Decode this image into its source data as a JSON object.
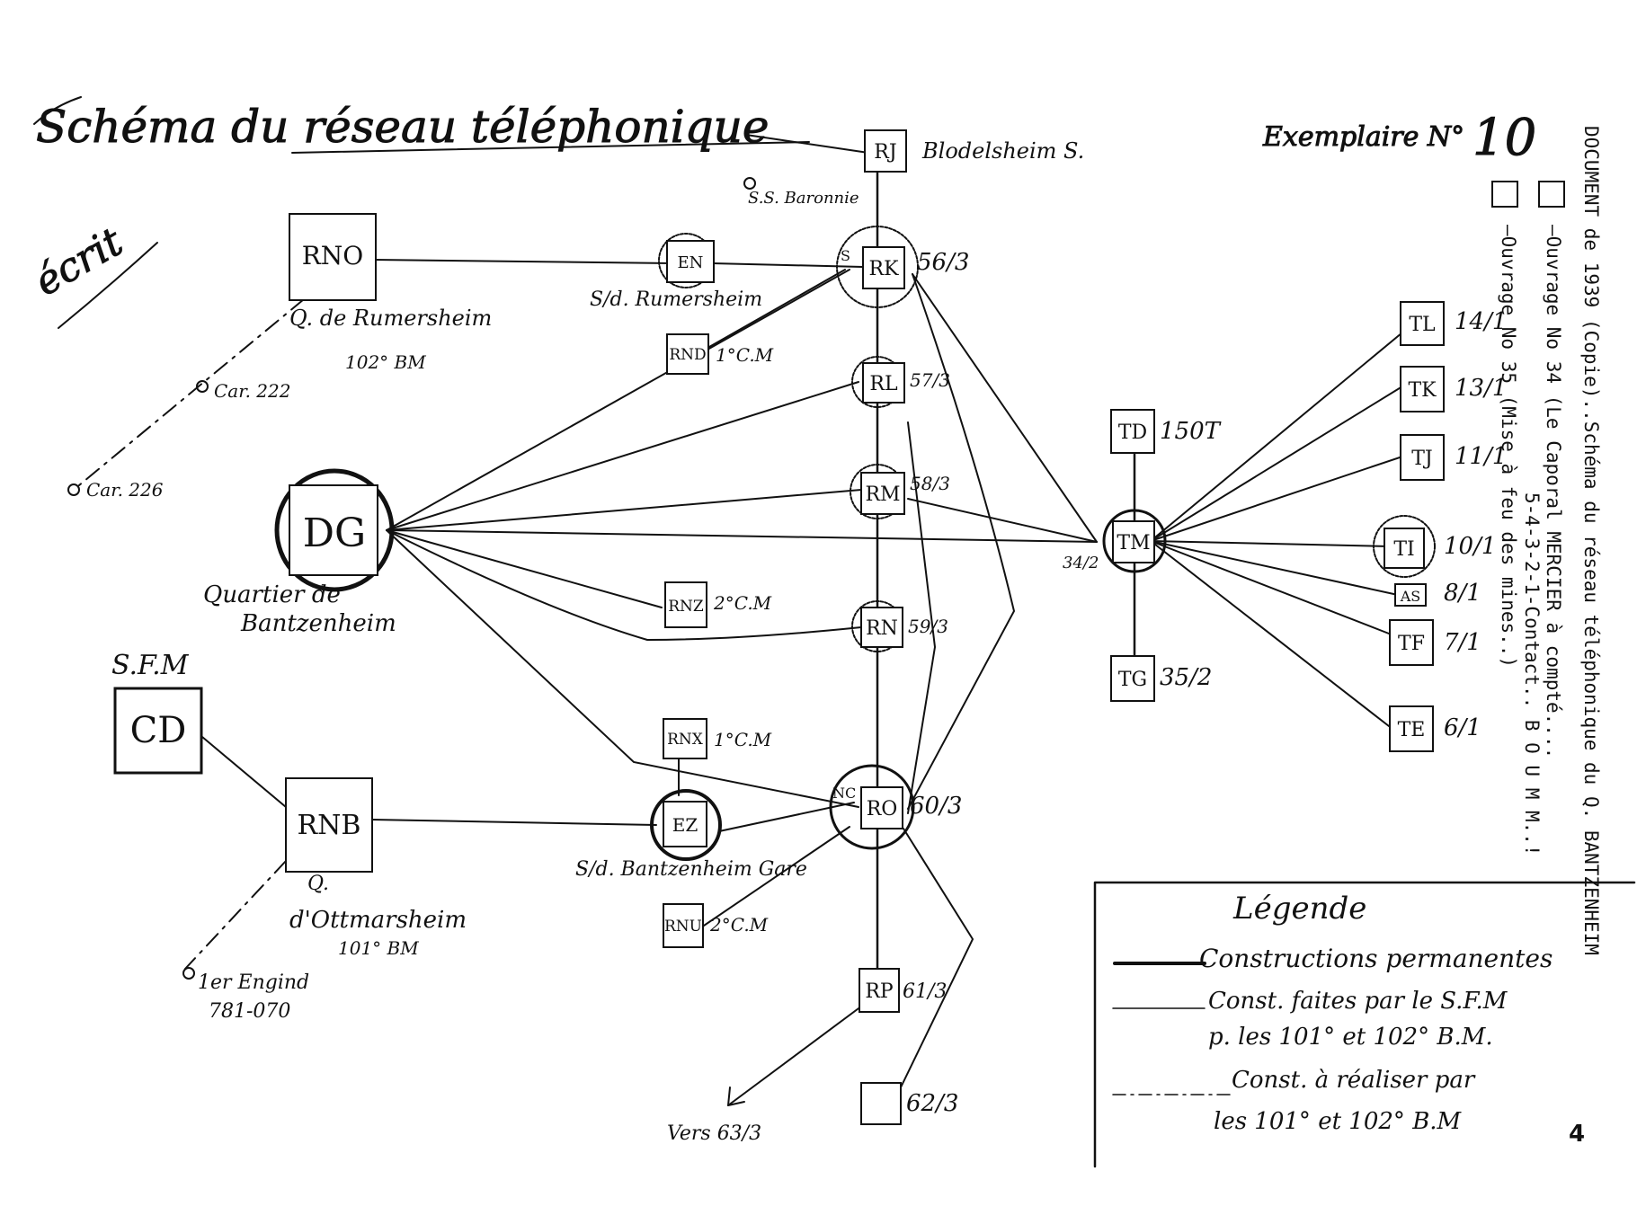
{
  "title": "Schéma du réseau téléphonique",
  "side_note": "écrit",
  "exemplaire": {
    "label": "Exemplaire N°",
    "number": "10"
  },
  "page_number": "4",
  "side_header": {
    "line1": "DOCUMENT de 1939 (Copie)..Schéma du réseau téléphonique du Q. BANTZENHEIM",
    "line2": "—Ouvrage No 34 (Le Caporal MERCIER à compté....",
    "line2b": "5-4-3-2-1-Contact.. B O U M M..!",
    "line3": "—Ouvrage No 35 (Mise à feu des mines..)"
  },
  "nodes": {
    "rj": {
      "code": "RJ",
      "label": "Blodelsheim S."
    },
    "rk": {
      "code": "RK",
      "label": "56/3",
      "sub": "S"
    },
    "rl": {
      "code": "RL",
      "label": "57/3"
    },
    "rm": {
      "code": "RM",
      "label": "58/3"
    },
    "rn": {
      "code": "RN",
      "label": "59/3"
    },
    "ro": {
      "code": "RO",
      "label": "60/3",
      "sub": "NC"
    },
    "rp": {
      "code": "RP",
      "label": "61/3"
    },
    "empty62": {
      "code": "",
      "label": "62/3"
    },
    "rno": {
      "code": "RNO"
    },
    "en": {
      "code": "EN"
    },
    "rnd": {
      "code": "RND",
      "label": "1°C.M"
    },
    "dg": {
      "code": "DG"
    },
    "rnz": {
      "code": "RNZ",
      "label": "2°C.M"
    },
    "cd": {
      "code": "CD"
    },
    "rnb": {
      "code": "RNB"
    },
    "rnx": {
      "code": "RNX",
      "label": "1°C.M"
    },
    "ez": {
      "code": "EZ"
    },
    "rnu": {
      "code": "RNU",
      "label": "2°C.M"
    },
    "td": {
      "code": "TD",
      "label": "150T"
    },
    "tm": {
      "code": "TM",
      "label": "34/2"
    },
    "tg": {
      "code": "TG",
      "label": "35/2"
    },
    "tl": {
      "code": "TL",
      "label": "14/1"
    },
    "tk": {
      "code": "TK",
      "label": "13/1"
    },
    "tj": {
      "code": "TJ",
      "label": "11/1"
    },
    "ti": {
      "code": "TI",
      "label": "10/1"
    },
    "as": {
      "code": "AS",
      "label": "8/1"
    },
    "tf": {
      "code": "TF",
      "label": "7/1"
    },
    "te": {
      "code": "TE",
      "label": "6/1"
    }
  },
  "annotations": {
    "baronnie": "S.S. Baronnie",
    "rumersheim_sd": "S/d. Rumersheim",
    "q_rumersheim": "Q. de Rumersheim",
    "bm102": "102° BM",
    "car222": "Car. 222",
    "car226": "Car. 226",
    "quartier1": "Quartier de",
    "quartier2": "Bantzenheim",
    "sfm": "S.F.M",
    "q_ottmarsheim1": "Q.",
    "q_ottmarsheim2": "d'Ottmarsheim",
    "bm101": "101° BM",
    "gare": "S/d. Bantzenheim Gare",
    "engin1": "1er Engind",
    "engin2": "781-070",
    "vers": "Vers 63/3"
  },
  "legend": {
    "title": "Légende",
    "item1": "Constructions permanentes",
    "item2a": "Const. faites par le S.F.M",
    "item2b": "p. les 101° et 102° B.M.",
    "item3a": "Const. à réaliser par",
    "item3b": "les 101° et 102° B.M"
  }
}
